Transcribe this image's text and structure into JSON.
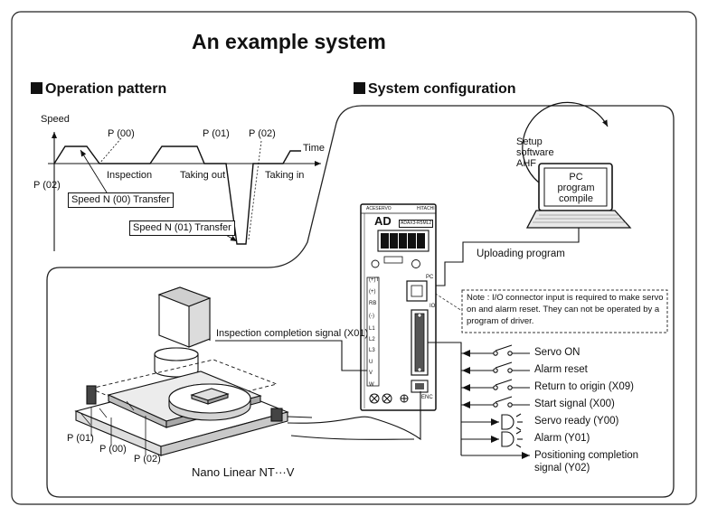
{
  "title": "An example system",
  "operation_pattern": {
    "heading": "Operation pattern",
    "speed_label": "Speed",
    "time_label": "Time",
    "points": {
      "p00": "P (00)",
      "p01": "P (01)",
      "p02_top": "P (02)",
      "p02_left": "P (02)"
    },
    "phases": {
      "inspection": "Inspection",
      "taking_out": "Taking out",
      "taking_in": "Taking in"
    },
    "speed_labels": {
      "n00": "Speed N (00) Transfer",
      "n01": "Speed N (01) Transfer"
    }
  },
  "system_configuration": {
    "heading": "System configuration",
    "pc": {
      "setup_software": "Setup\nsoftware\nAHF",
      "screen_text": "PC\nprogram\ncompile"
    },
    "uploading": "Uploading program",
    "note": "Note : I/O connector input is required to make servo on and alarm reset. They can not be operated by a program of driver.",
    "driver": {
      "brand_left": "ACESERVO",
      "brand_right": "HITACHI",
      "model": "AD",
      "model_sub": "ADAX3-R5ML2",
      "pins": [
        "(+)T",
        "(+)",
        "RB",
        "(-)",
        "L1",
        "L2",
        "L3",
        "U",
        "V",
        "W"
      ],
      "enc": "ENC",
      "pc_port": "PC",
      "io_port": "IO"
    },
    "inspection_signal": "Inspection completion signal (X01)",
    "io_signals": [
      {
        "label": "Servo ON",
        "kind": "switch"
      },
      {
        "label": "Alarm reset",
        "kind": "switch"
      },
      {
        "label": "Return to origin (X09)",
        "kind": "switch"
      },
      {
        "label": "Start signal (X00)",
        "kind": "switch"
      },
      {
        "label": "Servo ready (Y00)",
        "kind": "lamp"
      },
      {
        "label": "Alarm (Y01)",
        "kind": "lamp"
      },
      {
        "label": "Positioning completion\nsignal (Y02)",
        "kind": "plain"
      }
    ],
    "stage_points": {
      "p01": "P (01)",
      "p00": "P (00)",
      "p02": "P (02)"
    },
    "stage_name": "Nano Linear NT···V"
  }
}
